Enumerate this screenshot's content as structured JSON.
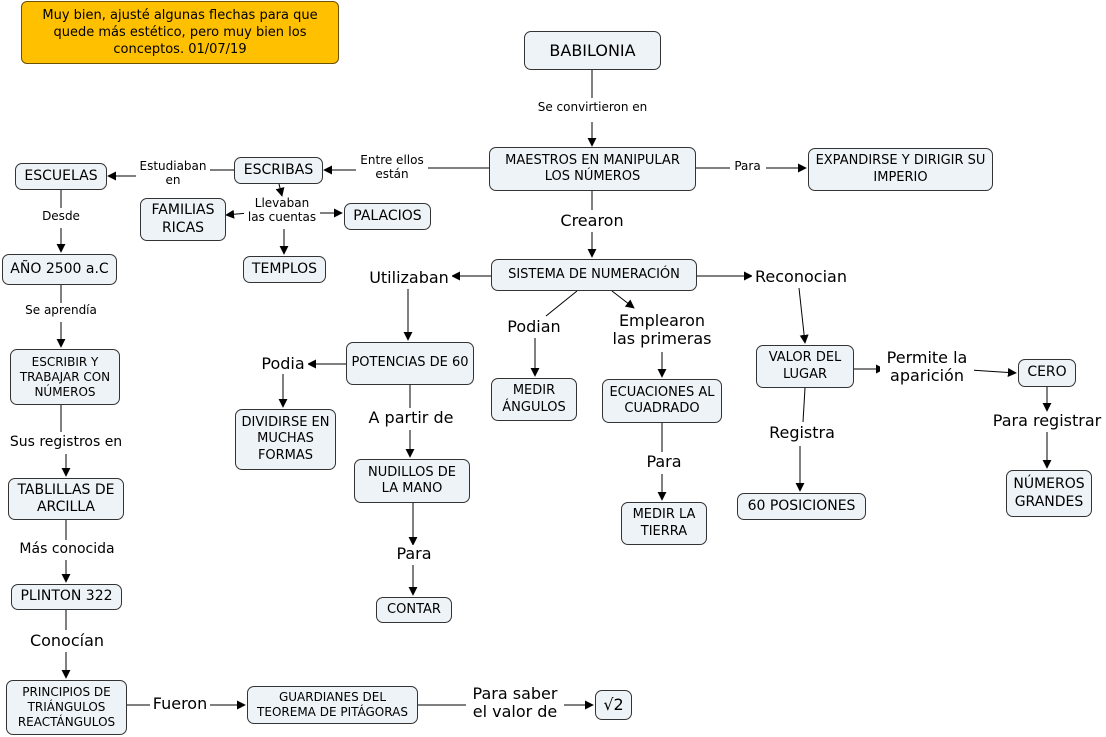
{
  "note": "Muy bien, ajusté algunas flechas para que quede más estético, pero muy bien los conceptos. 01/07/19",
  "nodes": {
    "babilonia": "BABILONIA",
    "maestros": "MAESTROS EN MANIPULAR LOS NÚMEROS",
    "expandirse": "EXPANDIRSE Y DIRIGIR SU IMPERIO",
    "escribas": "ESCRIBAS",
    "escuelas": "ESCUELAS",
    "familias": "FAMILIAS RICAS",
    "palacios": "PALACIOS",
    "templos": "TEMPLOS",
    "ano": "AÑO 2500 a.C",
    "escribir": "ESCRIBIR Y TRABAJAR CON NÚMEROS",
    "tablillas": "TABLILLAS DE ARCILLA",
    "plinton": "PLINTON 322",
    "principios": "PRINCIPIOS DE TRIÁNGULOS REACTÁNGULOS",
    "guardianes": "GUARDIANES DEL TEOREMA DE PITÁGORAS",
    "sqrt": "√2",
    "sistema": "SISTEMA DE NUMERACIÓN",
    "potencias": "POTENCIAS DE 60",
    "dividirse": "DIVIDIRSE EN MUCHAS FORMAS",
    "nudillos": "NUDILLOS DE LA MANO",
    "contar": "CONTAR",
    "medir_angulos": "MEDIR ÁNGULOS",
    "ecuaciones": "ECUACIONES AL CUADRADO",
    "medir_tierra": "MEDIR LA TIERRA",
    "valor": "VALOR DEL LUGAR",
    "posiciones": "60 POSICIONES",
    "cero": "CERO",
    "numeros_grandes": "NÚMEROS GRANDES"
  },
  "links": {
    "se_convirtieron": "Se convirtieron en",
    "para_expandirse": "Para",
    "entre_ellos": "Entre ellos\nestán",
    "estudiaban": "Estudiaban\nen",
    "llevaban": "Llevaban\nlas cuentas",
    "desde": "Desde",
    "se_aprendia": "Se aprendía",
    "sus_registros": "Sus registros en",
    "mas_conocida": "Más conocida",
    "conocian": "Conocían",
    "fueron": "Fueron",
    "para_saber": "Para saber\nel valor de",
    "crearon": "Crearon",
    "utilizaban": "Utilizaban",
    "podian": "Podian",
    "emplearon": "Emplearon\nlas primeras",
    "reconocian": "Reconocian",
    "podia": "Podia",
    "a_partir": "A partir de",
    "para_contar": "Para",
    "para_medir": "Para",
    "registra": "Registra",
    "permite": "Permite la\naparición",
    "para_registrar": "Para registrar"
  },
  "colors": {
    "node_fill": "#edf3f7",
    "note_fill": "#ffc000",
    "line": "#000000"
  }
}
